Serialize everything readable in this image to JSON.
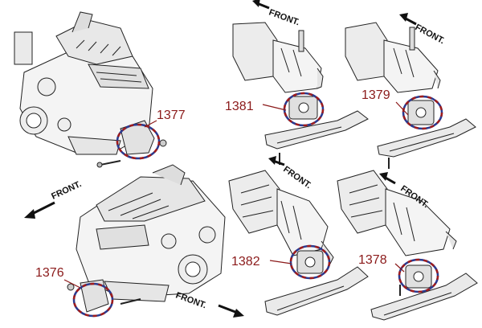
{
  "callouts": [
    {
      "id": "c1377",
      "label": "1377"
    },
    {
      "id": "c1376",
      "label": "1376"
    },
    {
      "id": "c1381",
      "label": "1381"
    },
    {
      "id": "c1379",
      "label": "1379"
    },
    {
      "id": "c1382",
      "label": "1382"
    },
    {
      "id": "c1378",
      "label": "1378"
    }
  ],
  "front_labels": {
    "engine_top": "FRONT.",
    "engine_bottom": "FRONT.",
    "trans_1": "FRONT.",
    "trans_2": "FRONT.",
    "trans_3": "FRONT.",
    "trans_4": "FRONT."
  },
  "colors": {
    "callout_text": "#8b1a1a",
    "dash_red": "#a01c1c",
    "dash_blue": "#2b3a8f",
    "line": "#222222",
    "fill": "#f2f2f2"
  }
}
